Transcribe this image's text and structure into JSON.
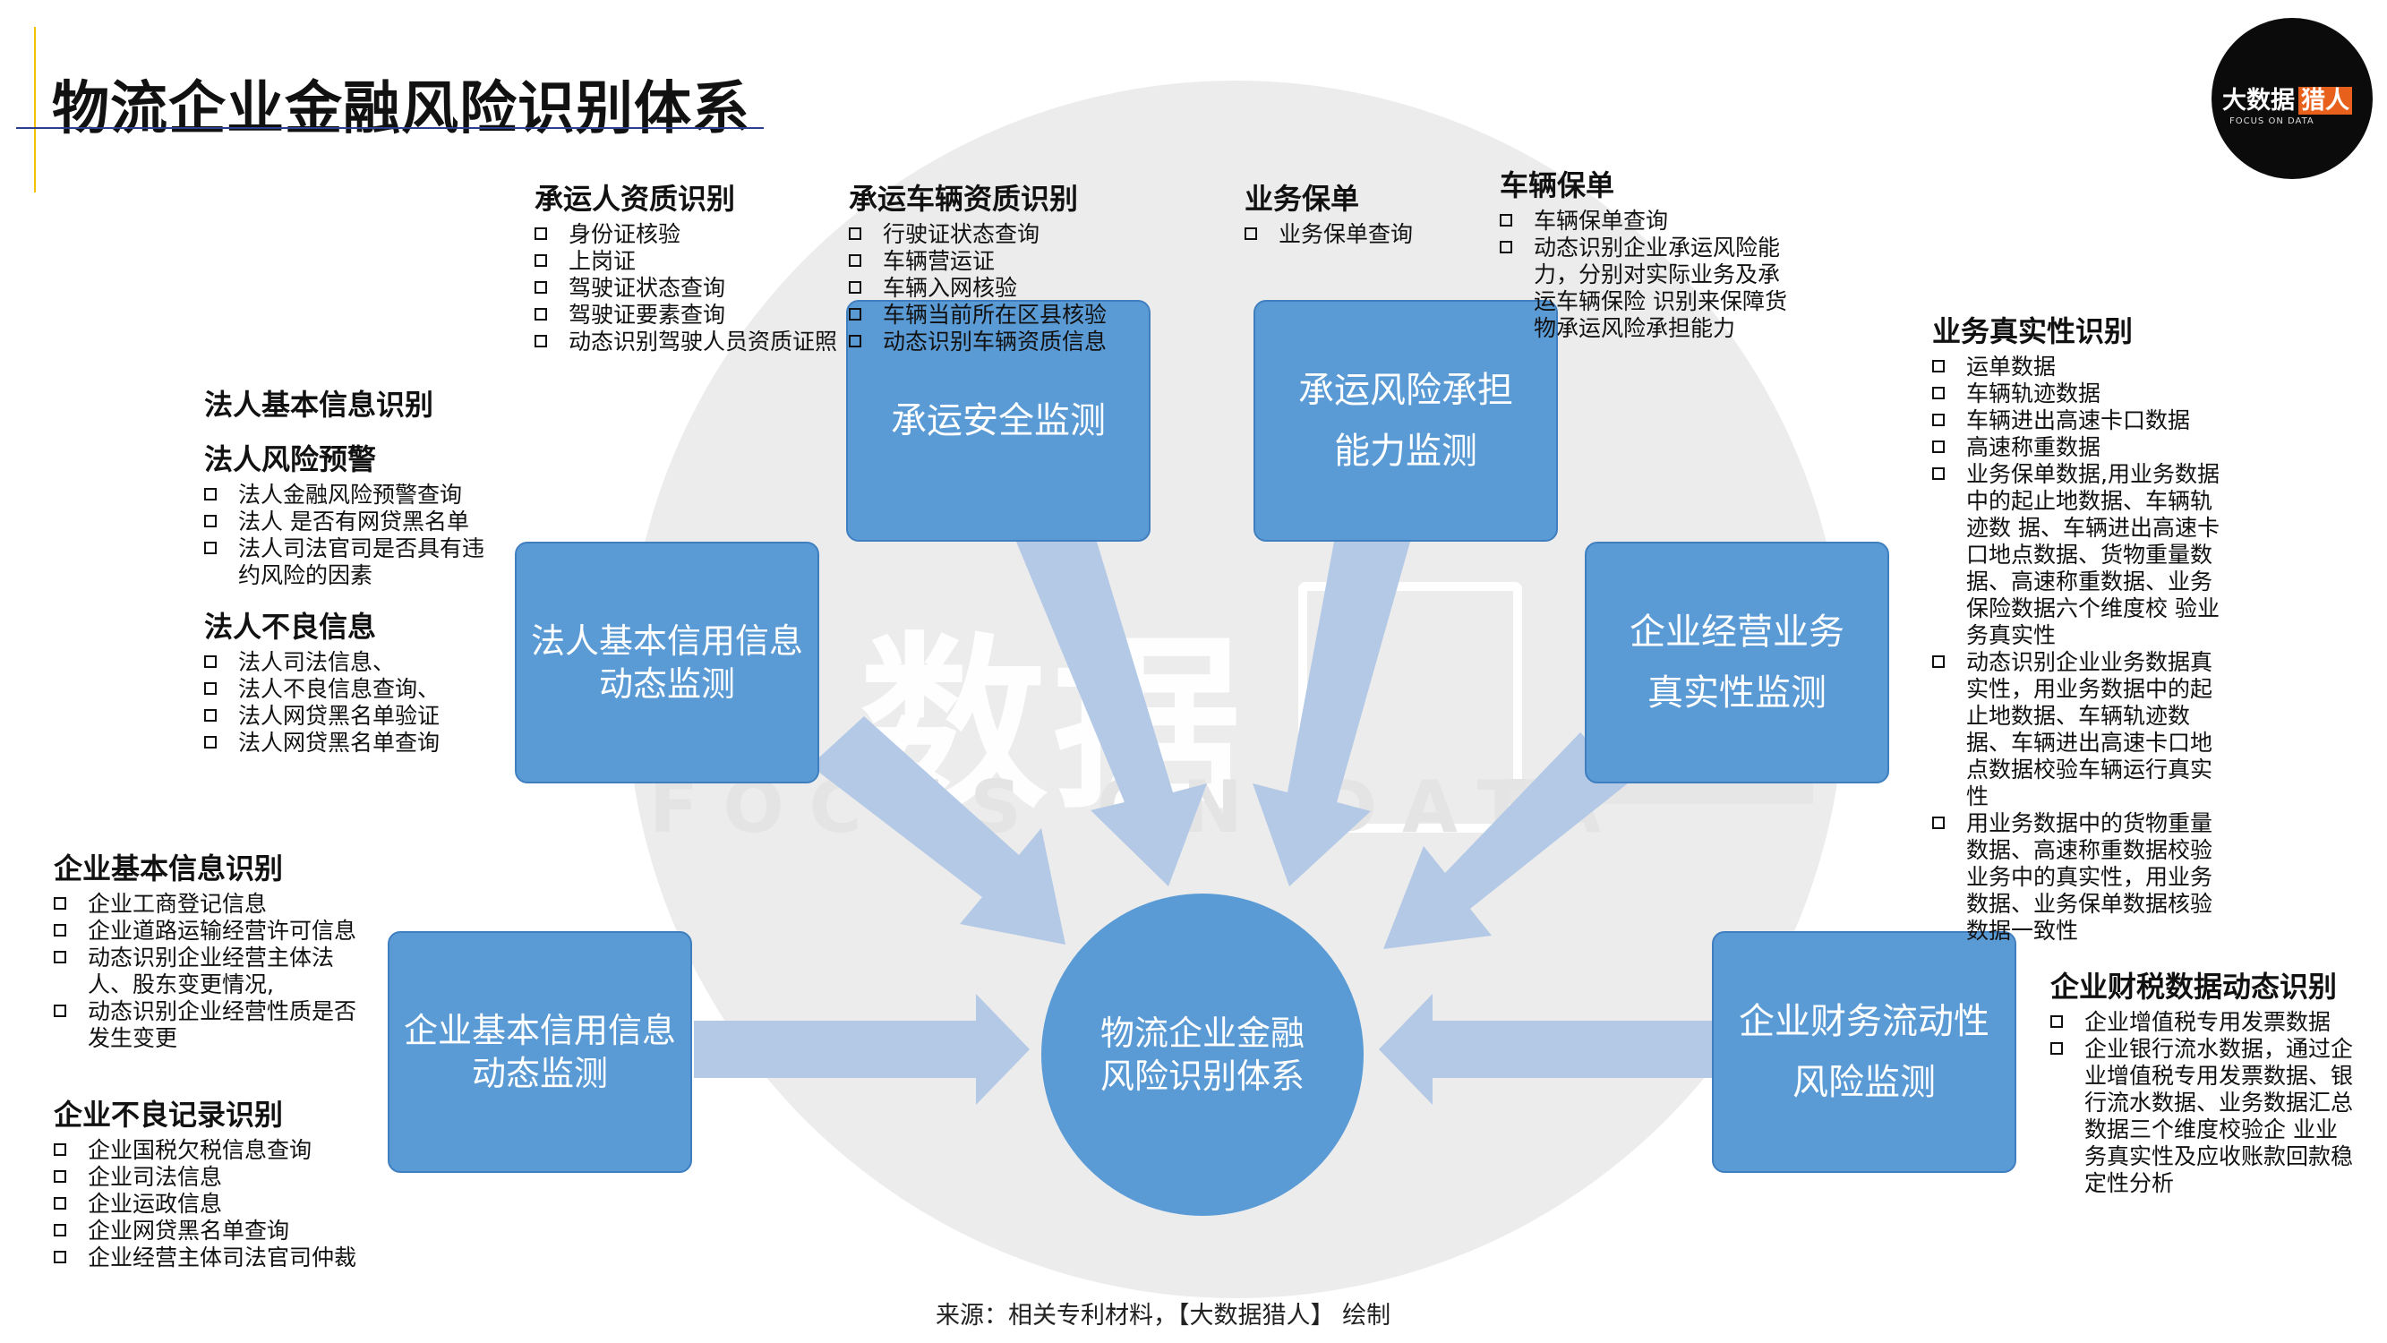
{
  "header": {
    "title": "物流企业金融风险识别体系"
  },
  "logo": {
    "main_text": "大数据",
    "accent_text": "猎人",
    "sub_text": "FOCUS ON DATA"
  },
  "watermark": {
    "main": "数据",
    "sub": "FOCUS ON DATA"
  },
  "center": {
    "lines": [
      "物流企业金融",
      "风险识别体系"
    ]
  },
  "boxes": {
    "transport_safety": {
      "lines": [
        "承运安全监测"
      ]
    },
    "carrier_risk": {
      "lines": [
        "承运风险承担",
        "能力监测"
      ]
    },
    "legal_credit": {
      "lines": [
        "法人基本信用信息",
        "动态监测"
      ]
    },
    "business_authenticity": {
      "lines": [
        "企业经营业务",
        "真实性监测"
      ]
    },
    "enterprise_credit": {
      "lines": [
        "企业基本信用信息",
        "动态监测"
      ]
    },
    "finance_liquidity": {
      "lines": [
        "企业财务流动性",
        "风险监测"
      ]
    }
  },
  "groups": {
    "carrier_qualification": {
      "title": "承运人资质识别",
      "items": [
        "身份证核验",
        "上岗证",
        "驾驶证状态查询",
        "驾驶证要素查询",
        "动态识别驾驶人员资质证照"
      ]
    },
    "vehicle_qualification": {
      "title": "承运车辆资质识别",
      "items": [
        "行驶证状态查询",
        "车辆营运证",
        "车辆入网核验",
        "车辆当前所在区县核验",
        "动态识别车辆资质信息"
      ]
    },
    "business_insurance": {
      "title": "业务保单",
      "items": [
        "业务保单查询"
      ]
    },
    "vehicle_insurance": {
      "title": "车辆保单",
      "items": [
        "车辆保单查询",
        "动态识别企业承运风险能力，分别对实际业务及承运车辆保险 识别来保障货物承运风险承担能力"
      ]
    },
    "legal_basic": {
      "title": "法人基本信息识别",
      "items": []
    },
    "legal_warning": {
      "title": "法人风险预警",
      "items": [
        "法人金融风险预警查询",
        "法人 是否有网贷黑名单",
        "法人司法官司是否具有违约风险的因素"
      ]
    },
    "legal_bad": {
      "title": "法人不良信息",
      "items": [
        "法人司法信息、",
        "法人不良信息查询、",
        "法人网贷黑名单验证",
        "法人网贷黑名单查询"
      ]
    },
    "business_real": {
      "title": "业务真实性识别",
      "items": [
        "运单数据",
        "车辆轨迹数据",
        "车辆进出高速卡口数据",
        "高速称重数据",
        "业务保单数据,用业务数据中的起止地数据、车辆轨迹数 据、车辆进出高速卡口地点数据、货物重量数据、高速称重数据、业务保险数据六个维度校 验业务真实性",
        "动态识别企业业务数据真实性，用业务数据中的起止地数据、车辆轨迹数据、车辆进出高速卡口地点数据校验车辆运行真实性",
        "用业务数据中的货物重量数据、高速称重数据校验业务中的真实性，用业务数据、业务保单数据核验数据一致性"
      ]
    },
    "enterprise_basic": {
      "title": "企业基本信息识别",
      "items": [
        "企业工商登记信息",
        "企业道路运输经营许可信息",
        "动态识别企业经营主体法人、股东变更情况,",
        "动态识别企业经营性质是否发生变更"
      ]
    },
    "enterprise_bad": {
      "title": "企业不良记录识别",
      "items": [
        "企业国税欠税信息查询",
        "企业司法信息",
        "企业运政信息",
        "企业网贷黑名单查询",
        "企业经营主体司法官司仲裁"
      ]
    },
    "tax_data": {
      "title": "企业财税数据动态识别",
      "items": [
        "企业增值税专用发票数据",
        "企业银行流水数据，通过企业增值税专用发票数据、银行流水数据、业务数据汇总数据三个维度校验企 业业务真实性及应收账款回款稳定性分析"
      ]
    }
  },
  "footer": {
    "source": "来源：相关专利材料，【大数据猎人】 绘制"
  },
  "colors": {
    "box_fill": "#5b9bd5",
    "arrow_fill": "#b4c9e6",
    "title_underline": "#2b3f8f",
    "accent_line": "#f2c200",
    "logo_accent": "#e8611c"
  }
}
